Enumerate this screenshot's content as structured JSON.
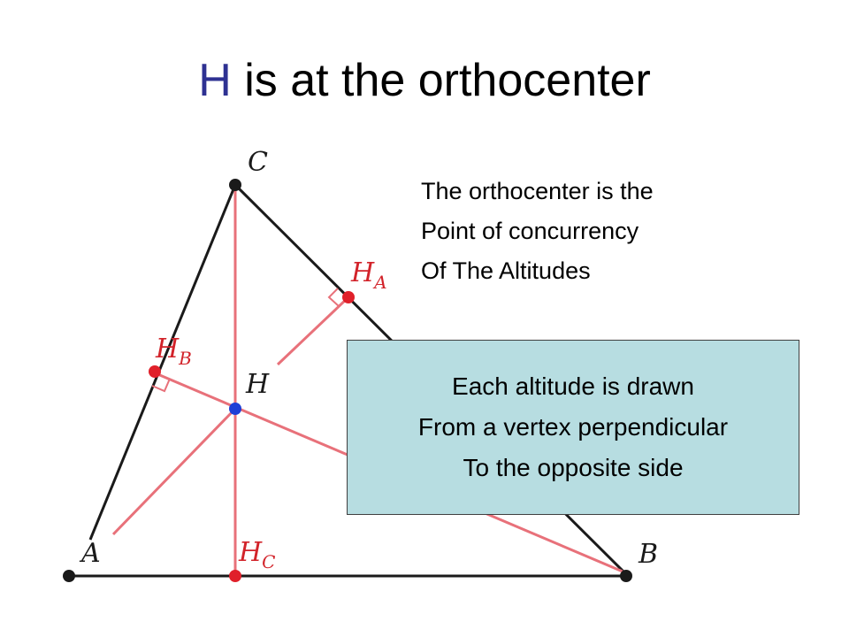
{
  "title": {
    "accent": "H",
    "rest": " is at the orthocenter",
    "accent_color": "#2e3192"
  },
  "definition": {
    "lines": [
      "The orthocenter is the",
      "Point of concurrency",
      "Of The Altitudes"
    ]
  },
  "note_box": {
    "lines": [
      "Each altitude is drawn",
      "From a vertex perpendicular",
      "To the opposite side"
    ],
    "background": "#b7dde1"
  },
  "diagram": {
    "vertices": {
      "A": "A",
      "B": "B",
      "C": "C"
    },
    "orthocenter": "H",
    "feet": [
      {
        "base": "H",
        "sub": "A"
      },
      {
        "base": "H",
        "sub": "B"
      },
      {
        "base": "H",
        "sub": "C"
      }
    ],
    "colors": {
      "triangle": "#1a1a1a",
      "altitude": "#e8717a",
      "foot_point": "#e0202a",
      "orthocenter_point": "#1f3fd6",
      "label": "#1a1a1a",
      "foot_label": "#d2232a"
    }
  }
}
